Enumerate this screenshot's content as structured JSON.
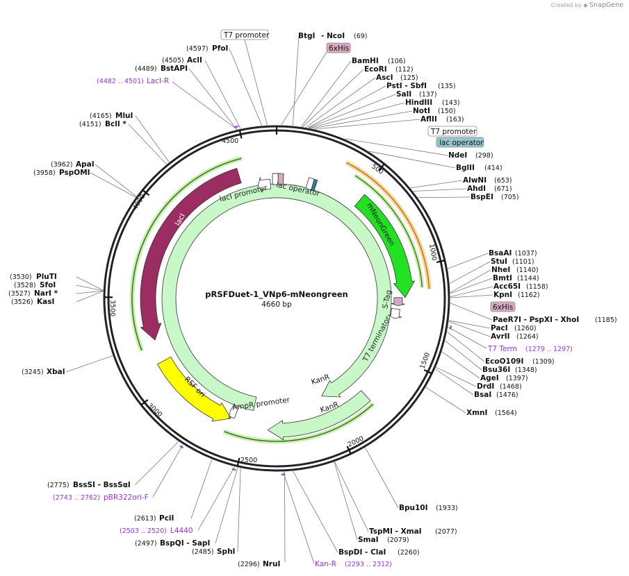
{
  "credit": {
    "prefix": "Created by",
    "brand": "SnapGene"
  },
  "plasmid": {
    "name": "pRSFDuet-1_VNp6-mNeongreen",
    "size_label": "4660 bp"
  },
  "ticks": [
    "500",
    "1000",
    "1500",
    "2000",
    "2500",
    "3000",
    "3500",
    "4000",
    "4500"
  ],
  "sites": [
    {
      "name": "BtgI",
      "name2": "NcoI",
      "pos": "(69)"
    },
    {
      "name": "BamHI",
      "pos": "(106)"
    },
    {
      "name": "EcoRI",
      "pos": "(112)"
    },
    {
      "name": "AscI",
      "pos": "(125)"
    },
    {
      "name": "PstI",
      "name2": "SbfI",
      "pos": "(135)"
    },
    {
      "name": "SalI",
      "pos": "(137)"
    },
    {
      "name": "HindIII",
      "pos": "(143)"
    },
    {
      "name": "NotI",
      "pos": "(150)"
    },
    {
      "name": "AflII",
      "pos": "(163)"
    },
    {
      "name": "NdeI",
      "pos": "(298)"
    },
    {
      "name": "BglII",
      "pos": "(414)"
    },
    {
      "name": "AlwNI",
      "pos": "(653)"
    },
    {
      "name": "AhdI",
      "pos": "(671)"
    },
    {
      "name": "BspEI",
      "pos": "(705)"
    },
    {
      "name": "BsaAI",
      "pos": "(1037)"
    },
    {
      "name": "StuI",
      "pos": "(1101)"
    },
    {
      "name": "NheI",
      "pos": "(1140)"
    },
    {
      "name": "BmtI",
      "pos": "(1144)"
    },
    {
      "name": "Acc65I",
      "pos": "(1158)"
    },
    {
      "name": "KpnI",
      "pos": "(1162)"
    },
    {
      "name": "PaeR7I",
      "name2": "PspXI",
      "name3": "XhoI",
      "pos": "(1185)"
    },
    {
      "name": "PacI",
      "pos": "(1260)"
    },
    {
      "name": "AvrII",
      "pos": "(1264)"
    },
    {
      "name": "EcoO109I",
      "pos": "(1309)"
    },
    {
      "name": "Bsu36I",
      "pos": "(1348)"
    },
    {
      "name": "AgeI",
      "pos": "(1397)"
    },
    {
      "name": "DrdI",
      "pos": "(1468)"
    },
    {
      "name": "BsaI",
      "pos": "(1476)"
    },
    {
      "name": "XmnI",
      "pos": "(1564)"
    },
    {
      "name": "Bpu10I",
      "pos": "(1933)"
    },
    {
      "name": "TspMI",
      "name2": "XmaI",
      "pos": "(2077)"
    },
    {
      "name": "SmaI",
      "pos": "(2079)"
    },
    {
      "name": "BspDI",
      "name2": "ClaI",
      "pos": "(2260)"
    },
    {
      "name": "NruI",
      "pos": "(2296)"
    },
    {
      "name": "SphI",
      "pos": "(2485)"
    },
    {
      "name": "BspQI",
      "name2": "SapI",
      "pos": "(2497)"
    },
    {
      "name": "PciI",
      "pos": "(2613)"
    },
    {
      "name": "BssSI",
      "name2": "BssSαI",
      "pos": "(2775)"
    },
    {
      "name": "XbaI",
      "pos": "(3245)"
    },
    {
      "name": "PluTI",
      "pos": "(3530)"
    },
    {
      "name": "SfoI",
      "pos": "(3528)"
    },
    {
      "name": "NarI *",
      "pos": "(3527)"
    },
    {
      "name": "KasI",
      "pos": "(3526)"
    },
    {
      "name": "ApaI",
      "pos": "(3962)"
    },
    {
      "name": "PspOMI",
      "pos": "(3958)"
    },
    {
      "name": "MluI",
      "pos": "(4165)"
    },
    {
      "name": "BclI *",
      "pos": "(4151)"
    },
    {
      "name": "BstAPI",
      "pos": "(4489)"
    },
    {
      "name": "AclI",
      "pos": "(4505)"
    },
    {
      "name": "PfoI",
      "pos": "(4597)"
    }
  ],
  "primers": [
    {
      "name": "LacI-R",
      "range": "(4482 .. 4501)"
    },
    {
      "name": "T7 Term",
      "range": "(1279 .. 1297)"
    },
    {
      "name": "pBR322ori-F",
      "range": "(2743 .. 2762)"
    },
    {
      "name": "L4440",
      "range": "(2503 .. 2520)"
    },
    {
      "name": "Kan-R",
      "range": "(2293 .. 2312)"
    }
  ],
  "boxes": [
    {
      "text": "T7 promoter",
      "fill": "#ffffff"
    },
    {
      "text": "6xHis",
      "fill": "#d8a9c0"
    },
    {
      "text": "T7 promoter",
      "fill": "#ffffff"
    },
    {
      "text": "lac operator",
      "fill": "#93c6cf"
    },
    {
      "text": "6xHis",
      "fill": "#d8a9c0"
    }
  ],
  "features": {
    "laci": {
      "label": "lacI",
      "color": "#9b2d62"
    },
    "mneongreen": {
      "label": "mNeonGreen",
      "color": "#22e022"
    },
    "rsf_ori": {
      "label": "RSF ori",
      "color": "#ffff00"
    },
    "kanr1": {
      "label": "KanR",
      "color": "#c8f8c8"
    },
    "kanr2": {
      "label": "KanR",
      "color": "#c8f8c8"
    },
    "laci_promoter": {
      "label": "lacI promoter"
    },
    "lac_operator": {
      "label": "lac operator"
    },
    "ampr_promoter": {
      "label": "AmpR promoter"
    },
    "stag": {
      "label": "S-Tag"
    },
    "t7_terminator": {
      "label": "T7 terminator"
    }
  }
}
